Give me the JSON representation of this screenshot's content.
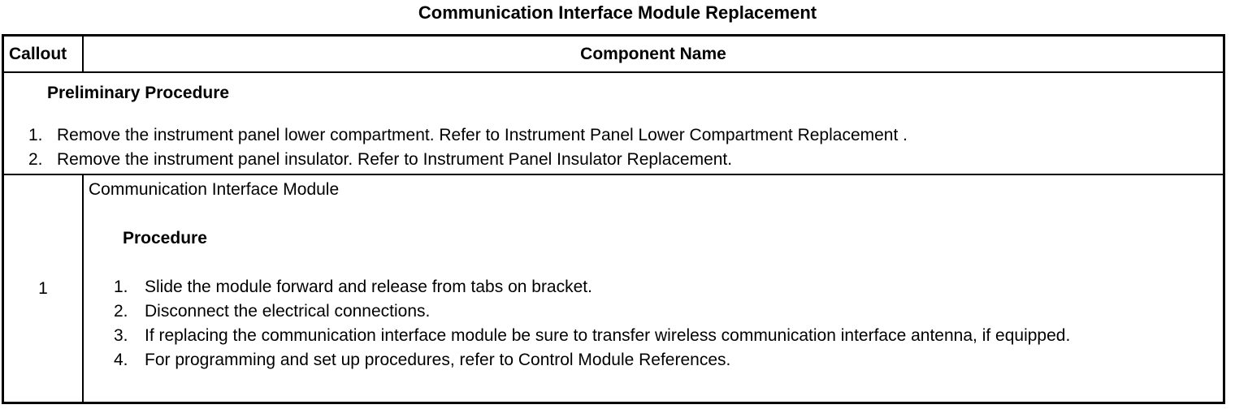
{
  "page_title": "Communication Interface Module Replacement",
  "table": {
    "header": {
      "callout": "Callout",
      "component": "Component Name"
    },
    "preliminary": {
      "heading": "Preliminary Procedure",
      "steps": [
        {
          "num": "1.",
          "text": "Remove the instrument panel lower compartment. Refer to Instrument Panel Lower Compartment Replacement ."
        },
        {
          "num": "2.",
          "text": "Remove the instrument panel insulator. Refer to Instrument Panel Insulator Replacement."
        }
      ]
    },
    "rows": [
      {
        "callout": "1",
        "component": "Communication Interface Module",
        "procedure_heading": "Procedure",
        "steps": [
          {
            "num": "1.",
            "text": "Slide the module forward and release from tabs on bracket."
          },
          {
            "num": "2.",
            "text": "Disconnect the electrical connections."
          },
          {
            "num": "3.",
            "text": "If replacing the communication interface module be sure to transfer wireless communication interface antenna, if equipped."
          },
          {
            "num": "4.",
            "text": "For programming and set up procedures, refer to Control Module References."
          }
        ]
      }
    ]
  },
  "colors": {
    "foreground": "#000000",
    "background": "#ffffff",
    "border": "#000000"
  }
}
